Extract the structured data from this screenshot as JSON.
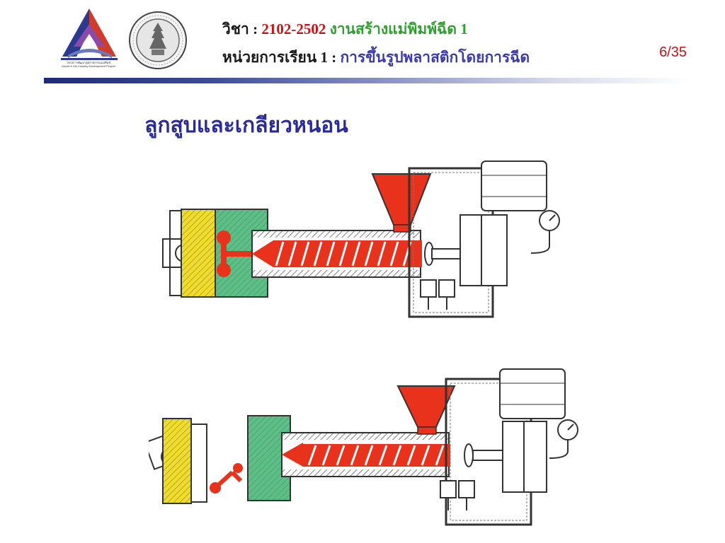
{
  "header": {
    "subject_label": "วิชา",
    "subject_colon": " : ",
    "subject_code": "2102-2502",
    "subject_name": " งานสร้างแม่พิมพ์ฉีด 1",
    "unit_label": "หน่วยการเรียน 1",
    "unit_colon": " : ",
    "unit_title": "การขึ้นรูปพลาสติกโดยการฉีด",
    "logo_tagline_th": "โครงการพัฒนาอุตสาหกรรมแม่พิมพ์",
    "logo_tagline_en": "Mould & Die Industry Development Project"
  },
  "page_number": "6/35",
  "section_title": "ลูกสูบและเกลียวหนอน",
  "colors": {
    "subject_code": "#d01010",
    "subject_name": "#2da12d",
    "unit_title": "#3a3ab0",
    "section_title": "#2a2a9a",
    "page_number": "#d01010",
    "plastic": "#e8321c",
    "mold_fixed": "#5cbf86",
    "mold_moving": "#f0dc2a"
  },
  "icons": {
    "logo": "mould-die-triangle-logo",
    "seal": "vocational-education-seal-icon"
  }
}
